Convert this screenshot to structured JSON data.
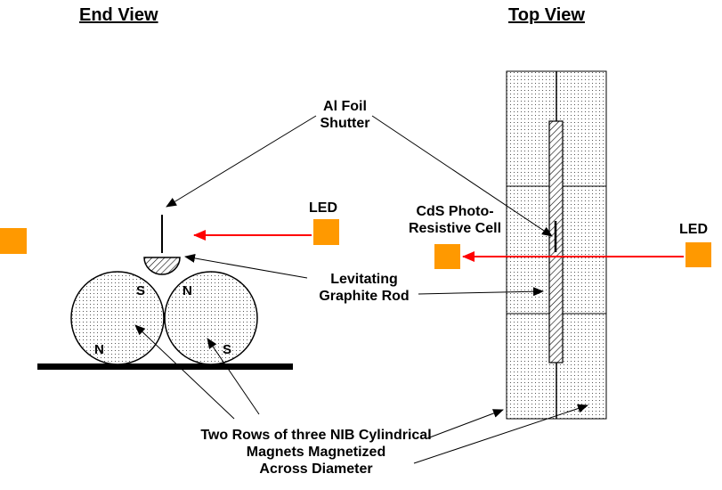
{
  "titles": {
    "end_view": "End View",
    "top_view": "Top View"
  },
  "labels": {
    "shutter_line1": "Al Foil",
    "shutter_line2": "Shutter",
    "led_end": "LED",
    "led_top": "LED",
    "cds_line1": "CdS Photo-",
    "cds_line2": "Resistive Cell",
    "rod_line1": "Levitating",
    "rod_line2": "Graphite Rod",
    "magnets_line1": "Two Rows of three NIB Cylindrical",
    "magnets_line2": "Magnets Magnetized",
    "magnets_line3": "Across Diameter"
  },
  "poles": {
    "left_top": "S",
    "left_bottom": "N",
    "right_top": "N",
    "right_bottom": "S"
  },
  "colors": {
    "led": "#FF9900",
    "beam": "#FF0000",
    "outline": "#000000"
  }
}
